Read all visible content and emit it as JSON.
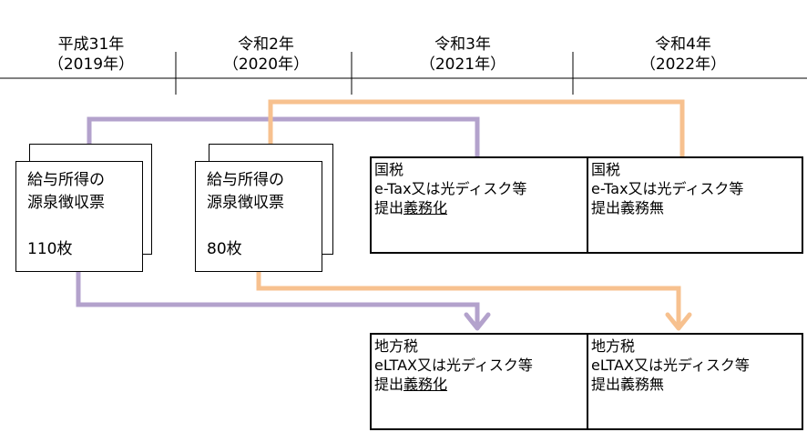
{
  "timeline": [
    {
      "era": "平成31年",
      "western": "（2019年）"
    },
    {
      "era": "令和2年",
      "western": "（2020年）"
    },
    {
      "era": "令和3年",
      "western": "（2021年）"
    },
    {
      "era": "令和4年",
      "western": "（2022年）"
    }
  ],
  "slips": [
    {
      "line1": "給与所得の",
      "line2": "源泉徴収票",
      "count": "110枚"
    },
    {
      "line1": "給与所得の",
      "line2": "源泉徴収票",
      "count": "80枚"
    }
  ],
  "national_tax": [
    {
      "title": "国税",
      "method": "e-Tax又は光ディスク等",
      "prefix": "提出",
      "status": "義務化"
    },
    {
      "title": "国税",
      "method": "e-Tax又は光ディスク等",
      "prefix": "提出",
      "status": "義務無"
    }
  ],
  "local_tax": [
    {
      "title": "地方税",
      "method": "eLTAX又は光ディスク等",
      "prefix": "提出",
      "status": "義務化"
    },
    {
      "title": "地方税",
      "method": "eLTAX又は光ディスク等",
      "prefix": "提出",
      "status": "義務無"
    }
  ],
  "colors": {
    "purple_arrow": "#b3a2cc",
    "orange_arrow": "#f7c18f"
  }
}
